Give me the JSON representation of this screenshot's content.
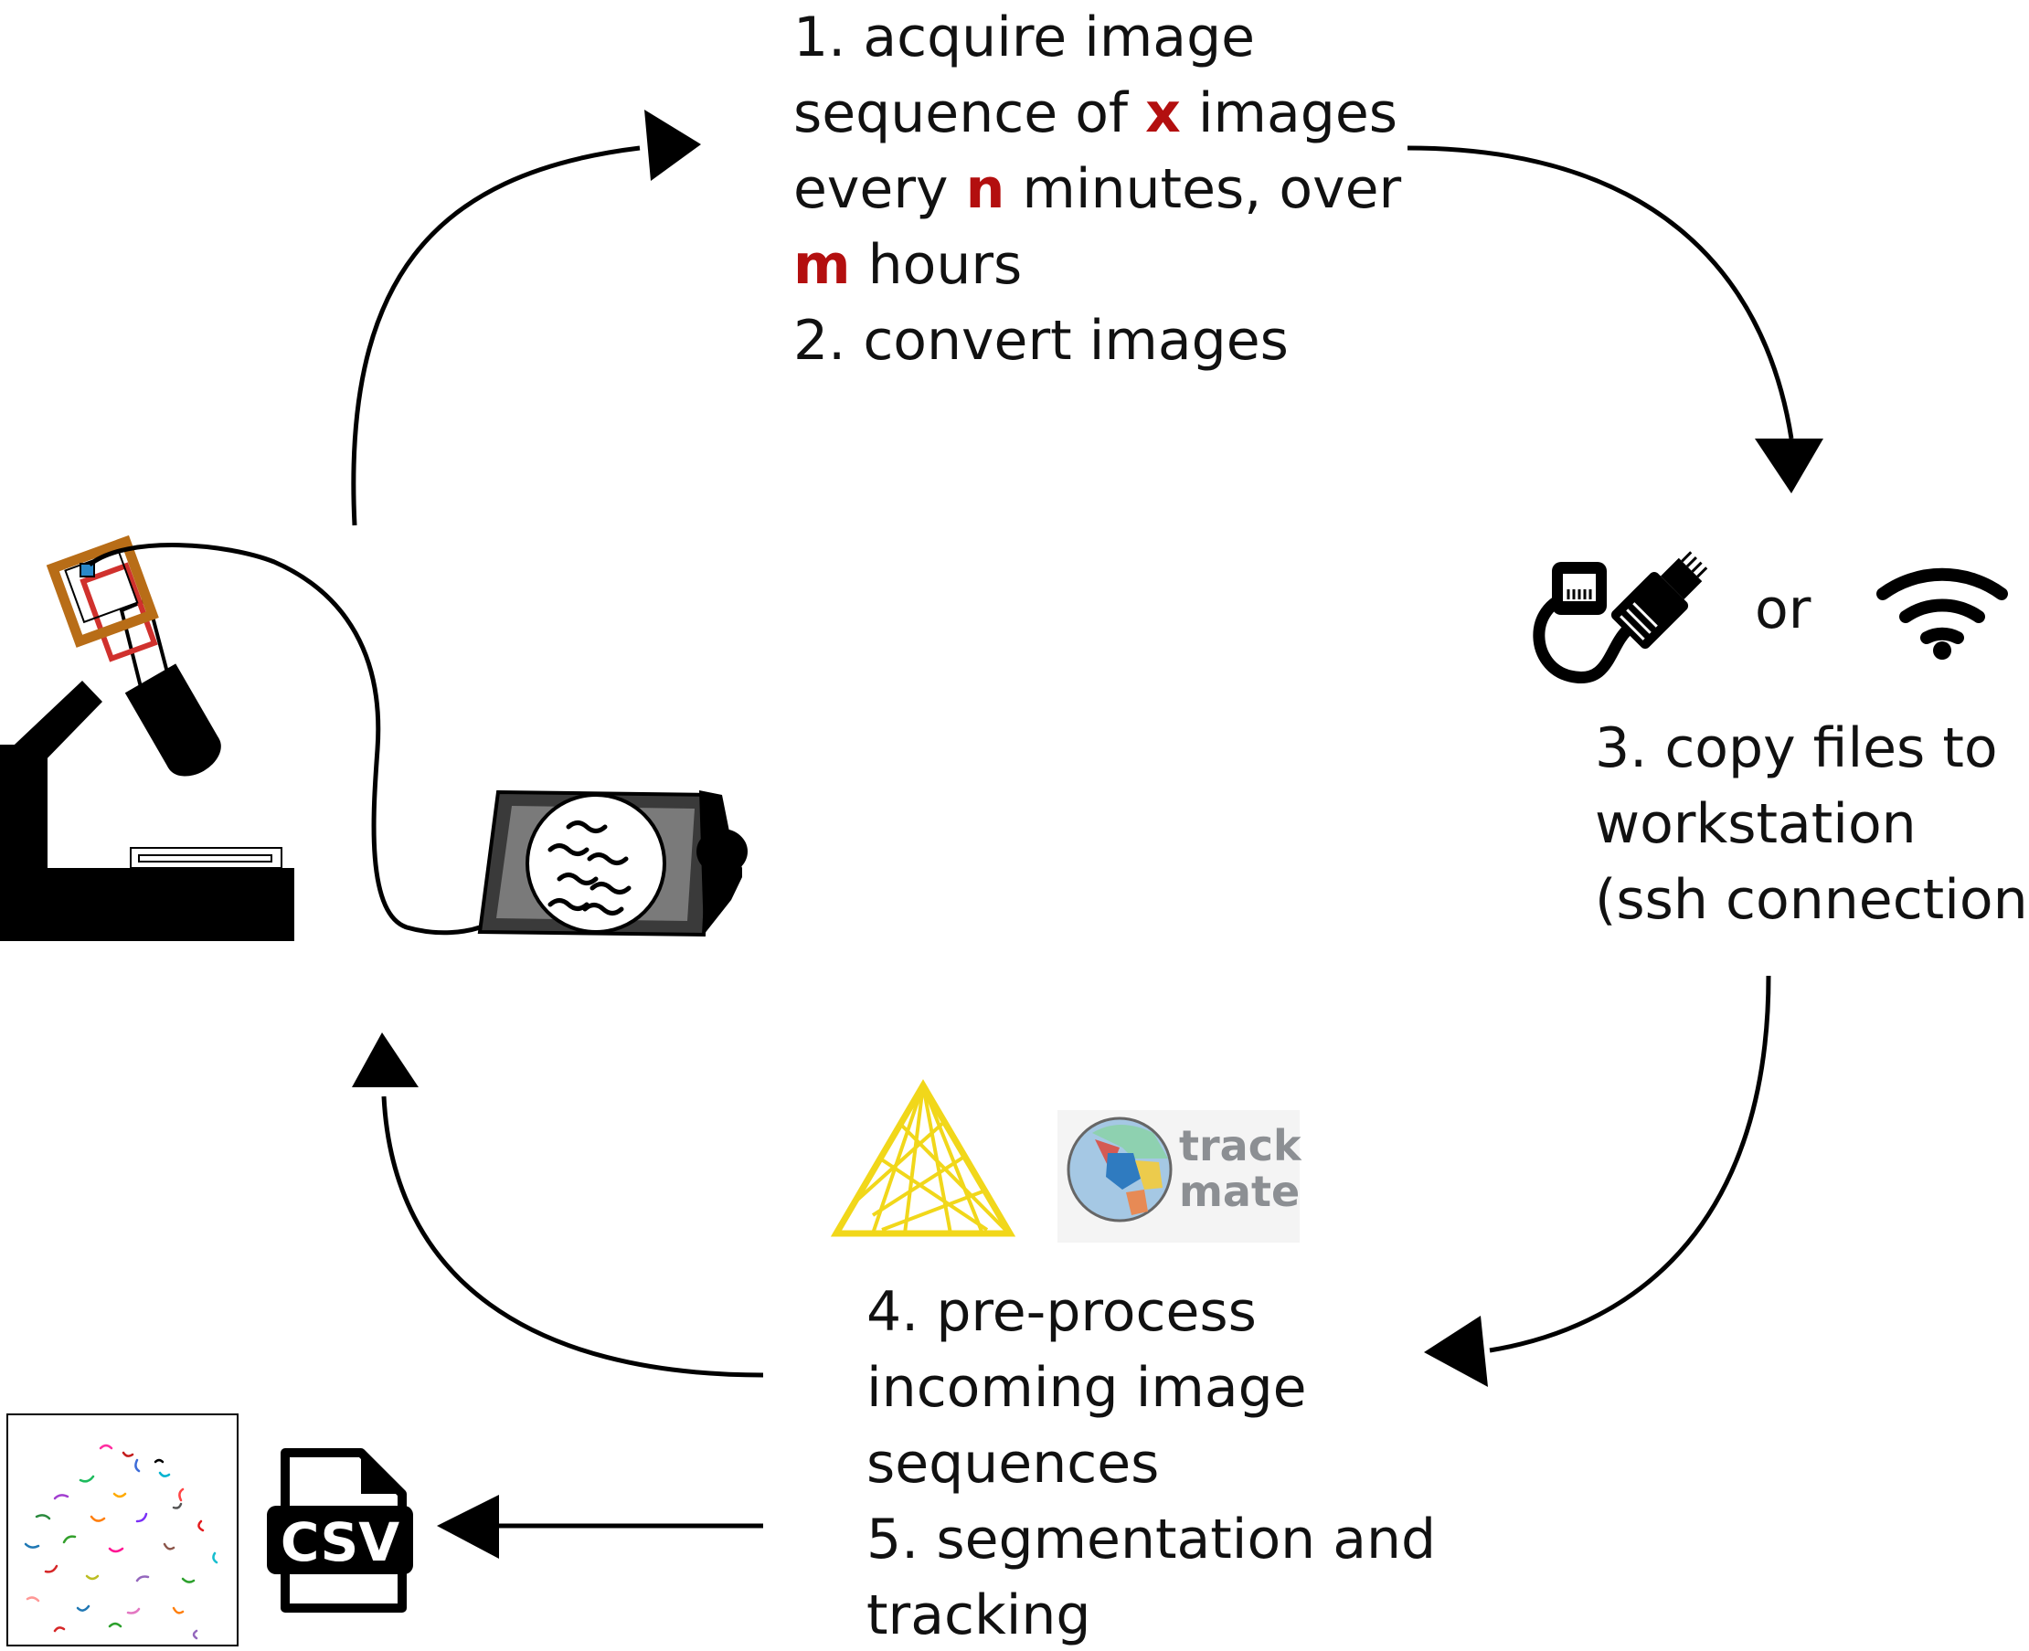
{
  "steps": {
    "step1": {
      "line1": "1. acquire image",
      "line2a": "sequence of ",
      "var_x": "x",
      "line2b": " images",
      "line3a": "every ",
      "var_n": "n",
      "line3b": " minutes, over",
      "var_m": "m",
      "line4b": " hours"
    },
    "step2": "2. convert images",
    "step3": {
      "line1": "3. copy files to",
      "line2": "workstation",
      "line3": "(ssh connection)"
    },
    "step4": {
      "line1": "4. pre-process",
      "line2": "incoming image",
      "line3": "sequences"
    },
    "step5": {
      "line1": "5. segmentation and",
      "line2": "tracking"
    }
  },
  "connection": {
    "or_label": "or",
    "wired_icon": "ethernet-cable-icon",
    "wireless_icon": "wifi-icon"
  },
  "logos": {
    "knime": "knime-logo",
    "trackmate_line1": "track",
    "trackmate_line2": "mate"
  },
  "output": {
    "file_type": "CSV",
    "file_icon": "csv-file-icon",
    "thumbnail": "tracks-thumbnail"
  },
  "colors": {
    "accent": "#b30f0f",
    "knime_yellow": "#f1d71a",
    "trackmate_gray": "#8c8f93",
    "line": "#000000"
  }
}
